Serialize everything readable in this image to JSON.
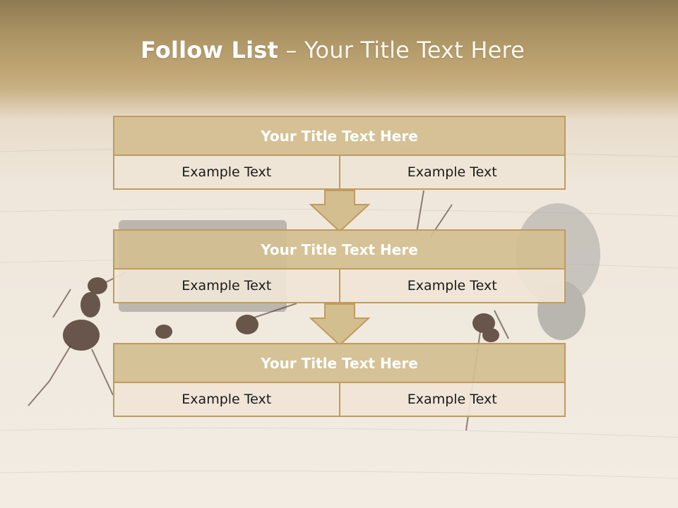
{
  "slide": {
    "title_bold": "Follow List",
    "title_rest": "– Your Title Text Here"
  },
  "blocks": [
    {
      "title": "Your Title Text Here",
      "left_text": "Example Text",
      "right_text": "Example Text"
    },
    {
      "title": "Your Title Text Here",
      "left_text": "Example Text",
      "right_text": "Example Text"
    },
    {
      "title": "Your Title Text Here",
      "left_text": "Example Text",
      "right_text": "Example Text"
    }
  ],
  "colors": {
    "header_band": "#a99263",
    "box_title_fill": "#d3be90",
    "box_cell_fill": "#efe4d6",
    "box_border": "#c09b5e",
    "arrow_fill": "#d3be90"
  }
}
